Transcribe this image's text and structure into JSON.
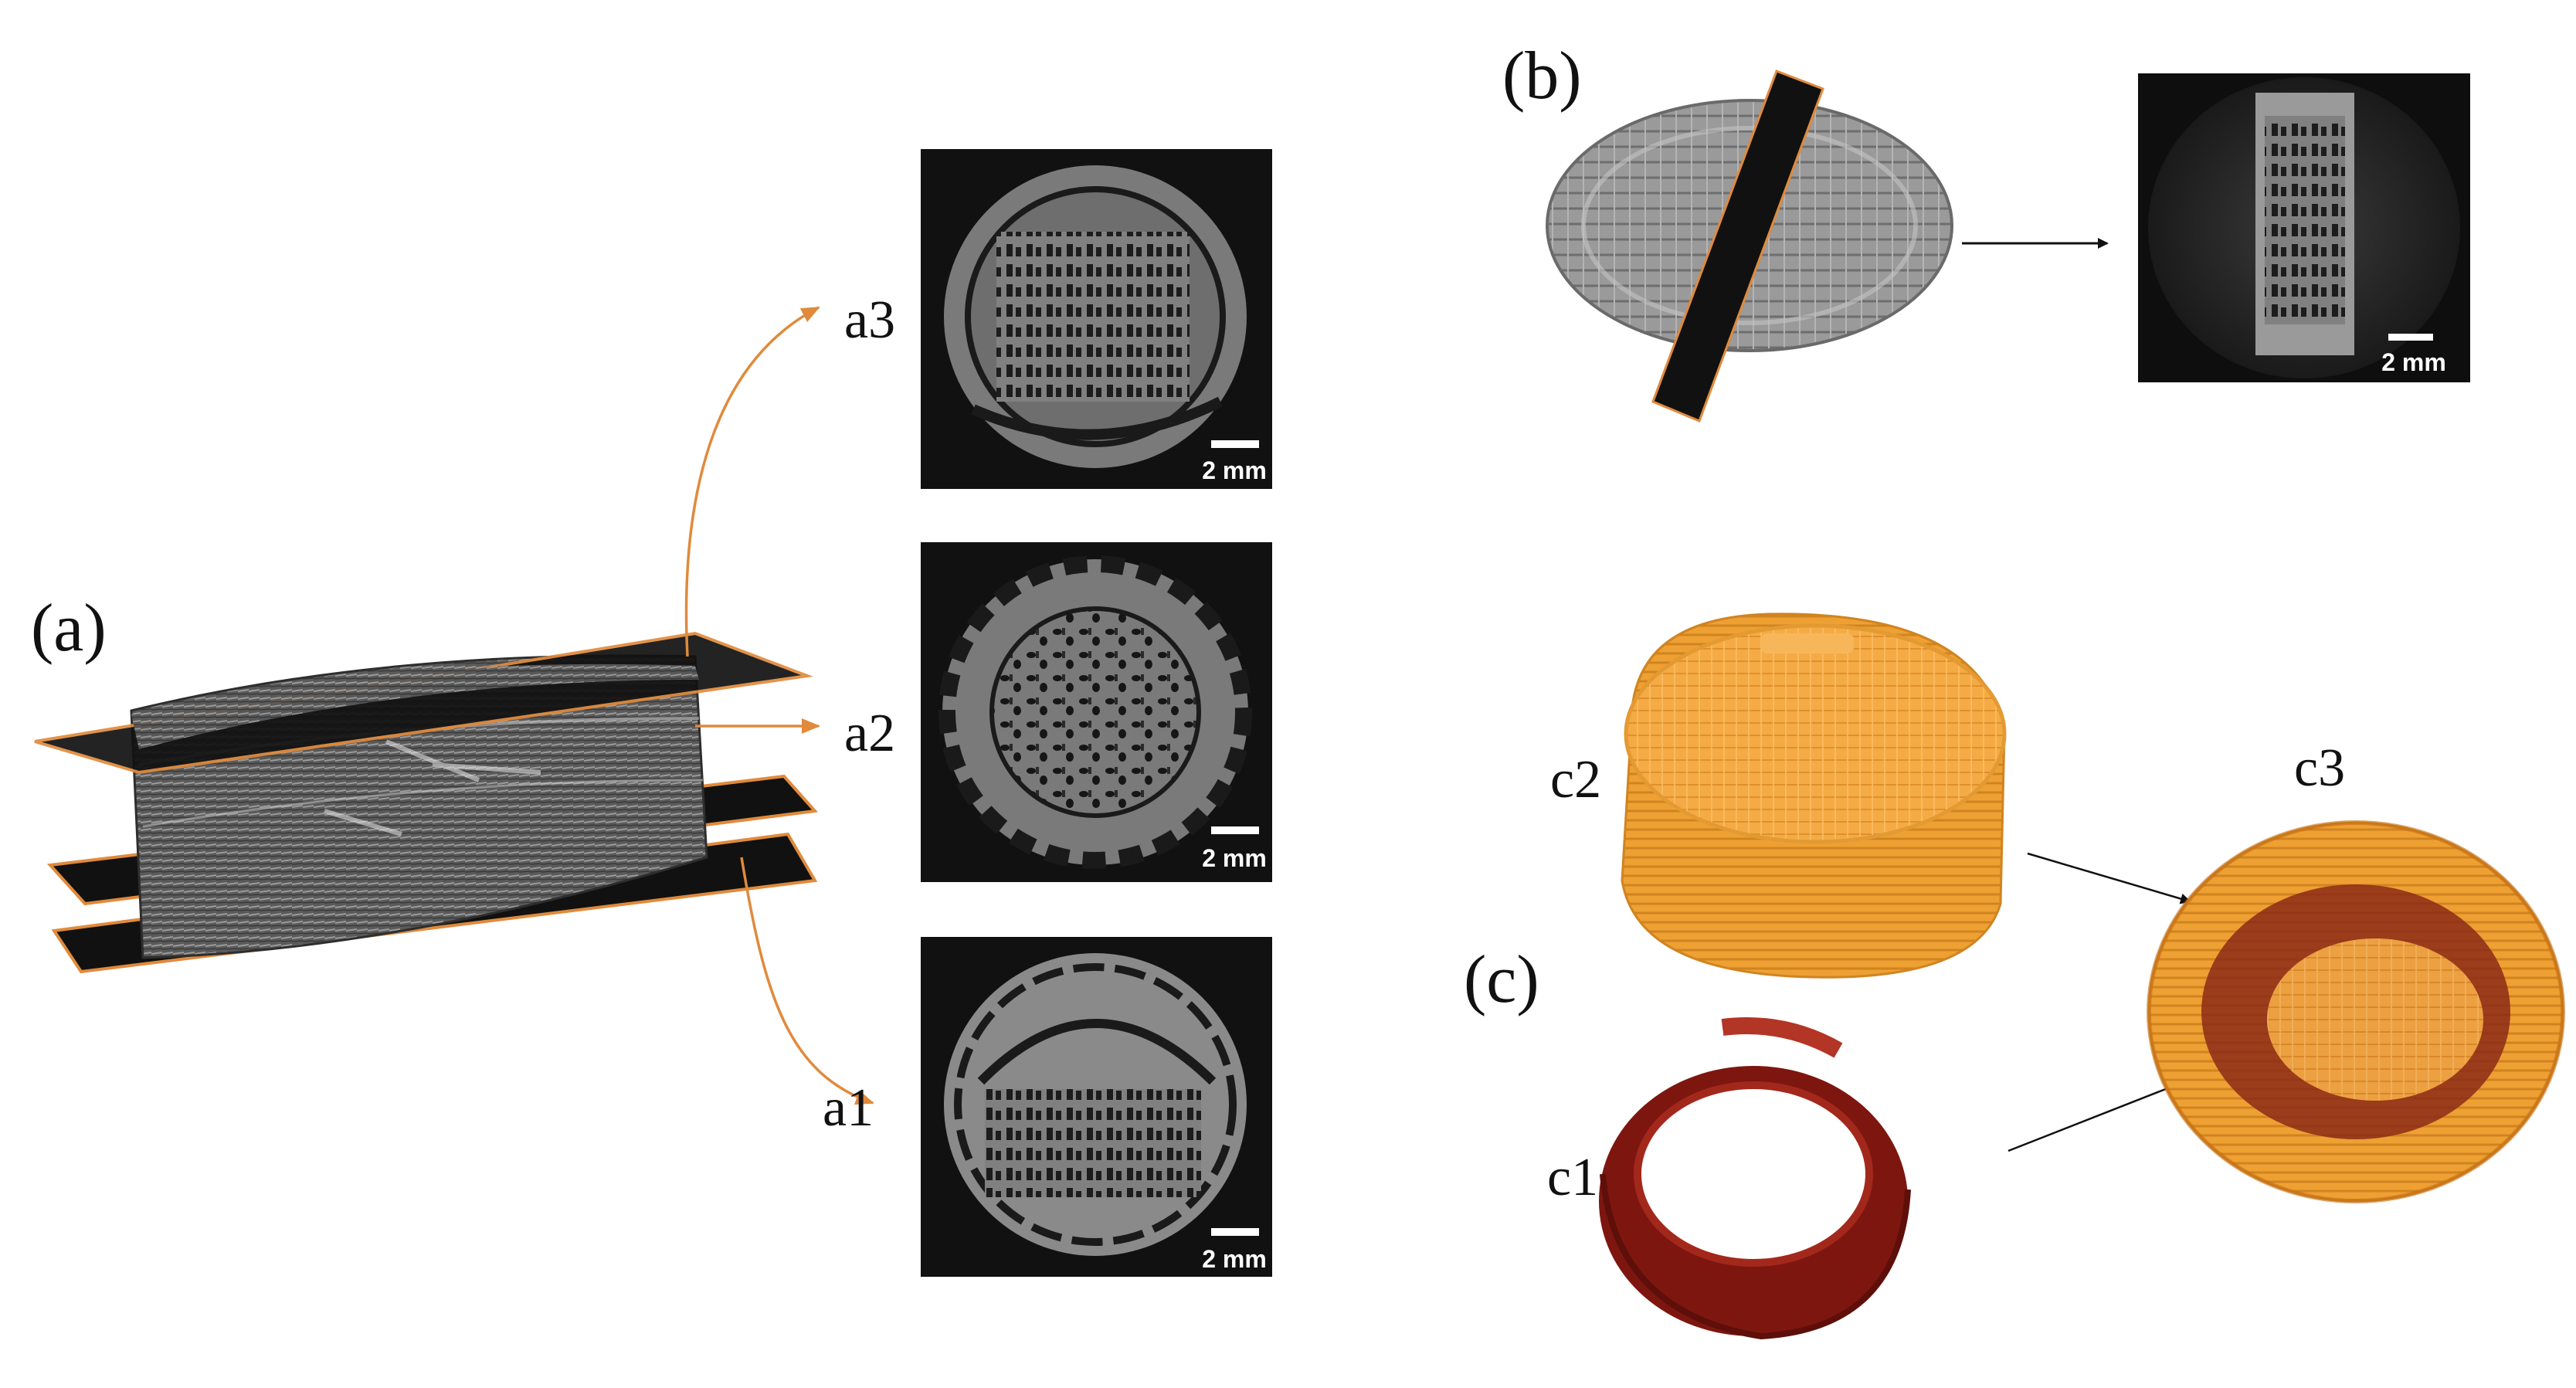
{
  "panels": {
    "a": {
      "label": "(a)",
      "slices": [
        {
          "label": "a3",
          "scale_bar": "2 mm"
        },
        {
          "label": "a2",
          "scale_bar": "2 mm"
        },
        {
          "label": "a1",
          "scale_bar": "2 mm"
        }
      ]
    },
    "b": {
      "label": "(b)",
      "scale_bar": "2 mm"
    },
    "c": {
      "label": "(c)",
      "parts": [
        {
          "label": "c2"
        },
        {
          "label": "c1"
        },
        {
          "label": "c3"
        }
      ]
    }
  },
  "colors": {
    "leader_orange": "#e08a3c",
    "arrow_black": "#111111",
    "ct_background": "#111111",
    "ct_gray": "#7a7a7a",
    "amber": "#f2a43a",
    "dark_red": "#8a1a12"
  }
}
